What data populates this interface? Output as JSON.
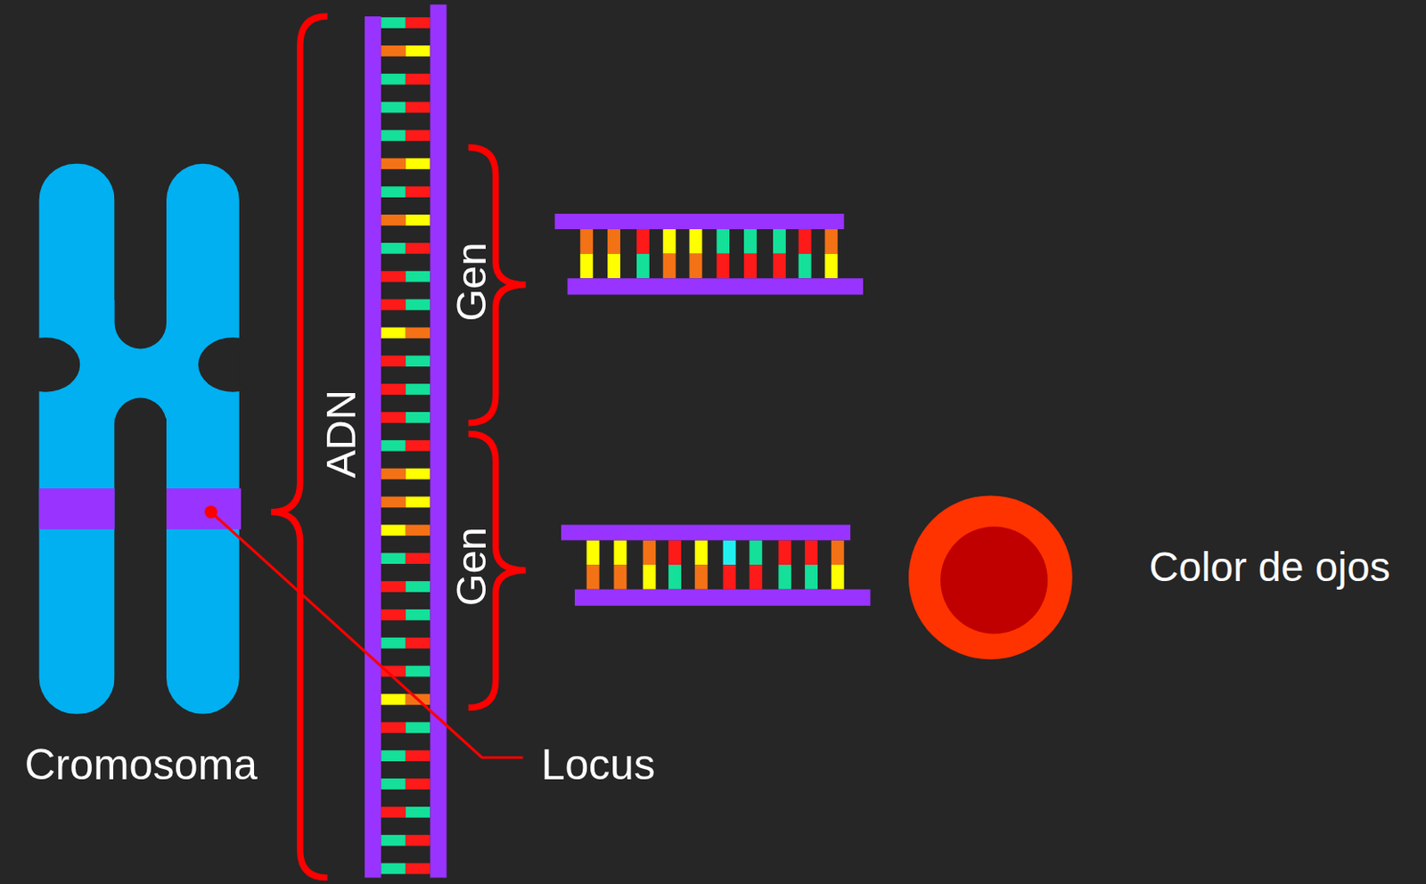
{
  "diagram": {
    "labels": [
      "ADN",
      "Gen",
      "Gen",
      "Cromosoma",
      "Locus",
      "Color de ojos"
    ]
  }
}
